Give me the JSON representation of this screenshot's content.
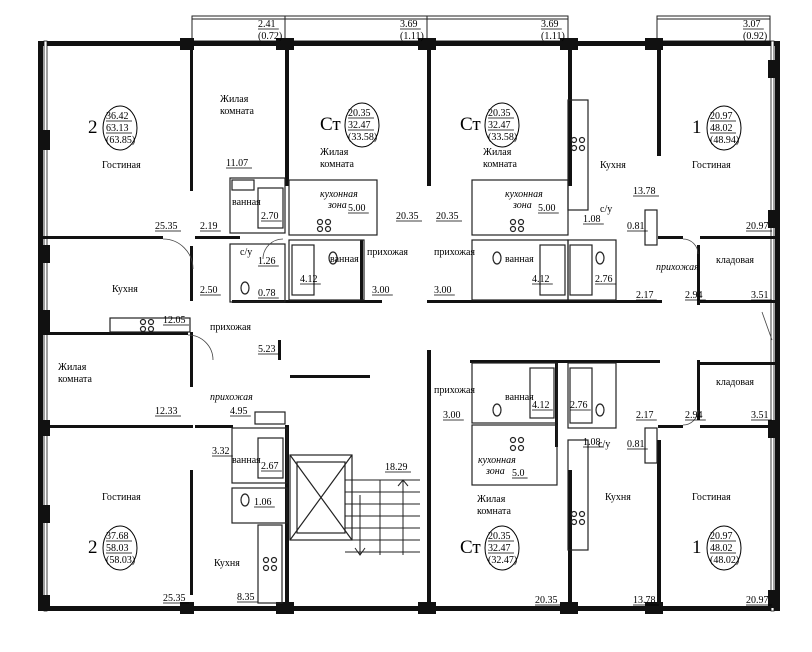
{
  "colors": {
    "wall": "#111111",
    "line": "#222222",
    "paper": "#ffffff",
    "fixture": "#9a9a9a"
  },
  "balconies": [
    {
      "id": "b1",
      "area": "2.41",
      "reduced": "(0.72)"
    },
    {
      "id": "b2",
      "area": "3.69",
      "reduced": "(1.11)"
    },
    {
      "id": "b3",
      "area": "3.69",
      "reduced": "(1.11)"
    },
    {
      "id": "b4",
      "area": "3.07",
      "reduced": "(0.92)"
    }
  ],
  "apartments": [
    {
      "id": "a1",
      "rooms": "2",
      "living": "36.42",
      "total": "63.13",
      "reduced": "(63.85)"
    },
    {
      "id": "a2",
      "rooms": "Ст",
      "living": "20.35",
      "total": "32.47",
      "reduced": "(33.58)"
    },
    {
      "id": "a3",
      "rooms": "Ст",
      "living": "20.35",
      "total": "32.47",
      "reduced": "(33.58)"
    },
    {
      "id": "a4",
      "rooms": "1",
      "living": "20.97",
      "total": "48.02",
      "reduced": "(48.94)"
    },
    {
      "id": "a5",
      "rooms": "2",
      "living": "37.68",
      "total": "58.03",
      "reduced": "(58.03)"
    },
    {
      "id": "a6",
      "rooms": "Ст",
      "living": "20.35",
      "total": "32.47",
      "reduced": "(32.47)"
    },
    {
      "id": "a7",
      "rooms": "1",
      "living": "20.97",
      "total": "48.02",
      "reduced": "(48.02)"
    }
  ],
  "room_labels": {
    "living_room": "Жилая комната",
    "guest_room": "Гостиная",
    "kitchen": "Кухня",
    "hallway": "прихожая",
    "bathroom": "ванная",
    "wc": "с/у",
    "storage": "кладовая",
    "kitchen_zone": "кухонная зона"
  },
  "areas": [
    "11.07",
    "2.70",
    "5.00",
    "20.35",
    "20.35",
    "5.00",
    "1.08",
    "0.81",
    "20.97",
    "13.78",
    "25.35",
    "2.19",
    "1.26",
    "4.12",
    "4.12",
    "2.76",
    "2.50",
    "0.78",
    "3.00",
    "3.00",
    "2.17",
    "2.94",
    "3.51",
    "12.05",
    "5.23",
    "12.33",
    "4.95",
    "3.00",
    "4.12",
    "2.76",
    "2.17",
    "2.94",
    "3.51",
    "1.08",
    "0.81",
    "3.32",
    "2.67",
    "1.06",
    "18.29",
    "5.0",
    "8.35",
    "25.35",
    "20.35",
    "13.78",
    "20.97"
  ]
}
